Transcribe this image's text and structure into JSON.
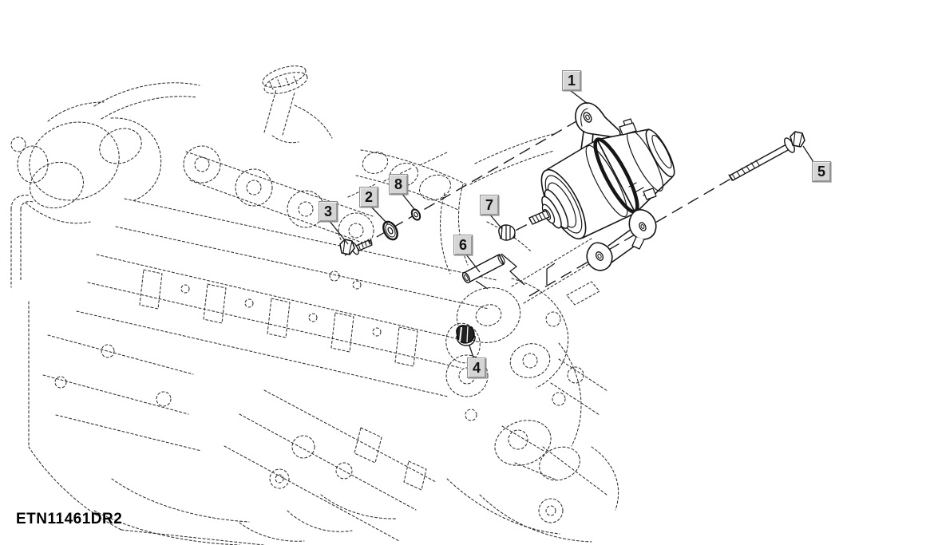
{
  "callouts": [
    {
      "label": "1"
    },
    {
      "label": "2"
    },
    {
      "label": "3"
    },
    {
      "label": "4"
    },
    {
      "label": "5"
    },
    {
      "label": "6"
    },
    {
      "label": "7"
    },
    {
      "label": "8"
    }
  ],
  "footer": {
    "drawing_code": "ETN11461DR2"
  },
  "colors": {
    "background": "#ffffff",
    "line": "#1a1a1a",
    "phantom_line": "#2d2d2d",
    "callout_bg": "#d5d5d5",
    "callout_border": "#8e8e8e",
    "callout_text": "#111111"
  }
}
